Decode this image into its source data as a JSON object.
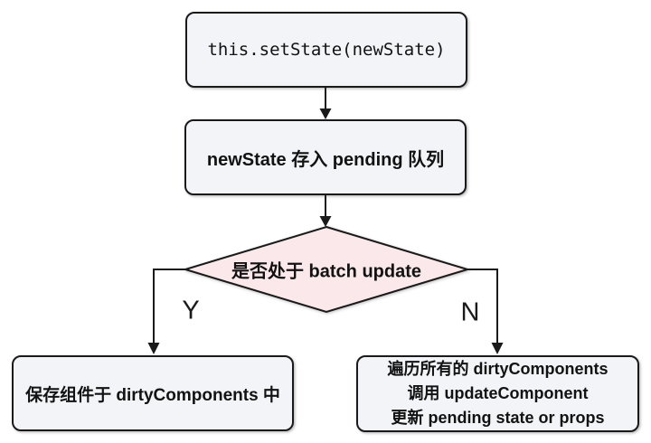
{
  "diagram": {
    "colors": {
      "background": "#ffffff",
      "node_fill": "#f3f4f8",
      "decision_fill": "#fae8ea",
      "stroke": "#1a1a1a",
      "text": "#121212"
    },
    "nodes": {
      "setstate": {
        "label": "this.setState(newState)"
      },
      "pending_queue": {
        "label": "newState 存入 pending 队列"
      },
      "decision": {
        "label": "是否处于 batch update"
      },
      "save_dirty": {
        "label": "保存组件于 dirtyComponents 中"
      },
      "flush": {
        "lines": [
          "遍历所有的 dirtyComponents",
          "调用 updateComponent",
          "更新 pending state or props"
        ]
      }
    },
    "branch_labels": {
      "yes": "Y",
      "no": "N"
    }
  }
}
